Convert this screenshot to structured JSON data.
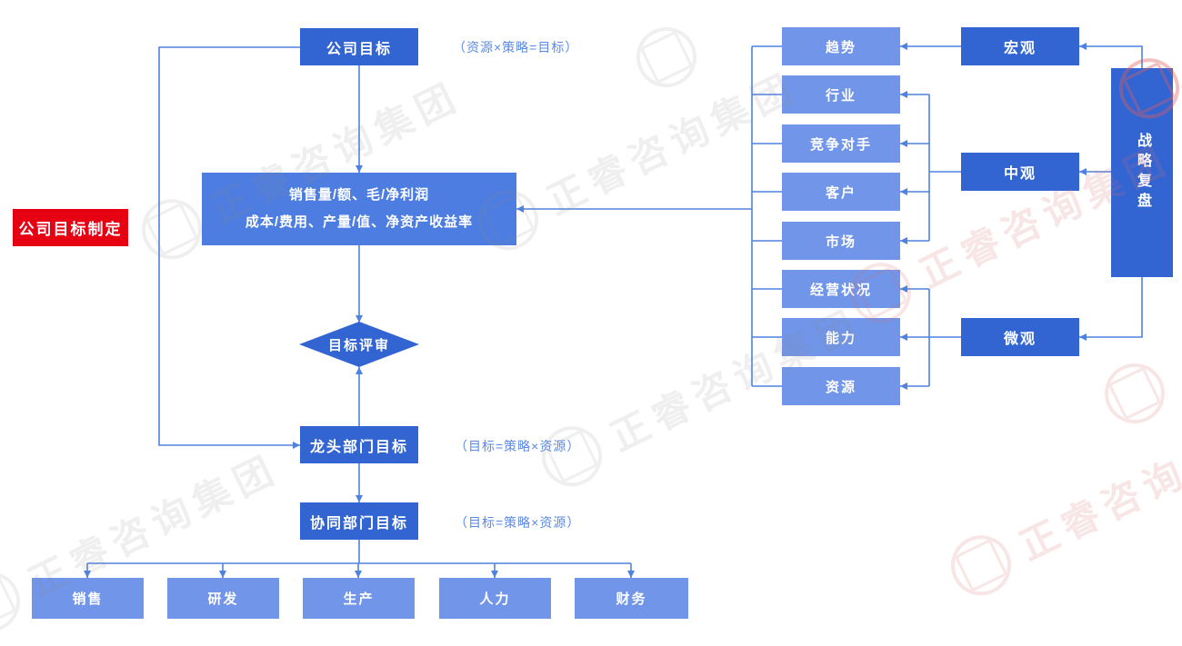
{
  "flow": {
    "label": "公司目标制定",
    "company_goal": "公司目标",
    "company_goal_note": "（资源×策略=目标）",
    "metrics": {
      "line1": "销售量/额、毛/净利润",
      "line2": "成本/费用、产量/值、净资产收益率"
    },
    "review": "目标评审",
    "lead_dept": "龙头部门目标",
    "lead_dept_note": "（目标=策略×资源）",
    "co_dept": "协同部门目标",
    "co_dept_note": "（目标=策略×资源）",
    "departments": [
      "销售",
      "研发",
      "生产",
      "人力",
      "财务"
    ]
  },
  "analysis": {
    "factors": [
      "趋势",
      "行业",
      "竞争对手",
      "客户",
      "市场",
      "经营状况",
      "能力",
      "资源"
    ],
    "levels": [
      "宏观",
      "中观",
      "微观"
    ],
    "strategy_review": "战略复盘"
  },
  "watermark": {
    "text": "正睿咨询集团"
  },
  "colors": {
    "primary_blue": "#3365d2",
    "mid_blue": "#4d7de0",
    "light_blue": "#7195e8",
    "accent_red": "#e60012",
    "line_blue": "#4f81e0",
    "note_blue": "#5b8ae6"
  }
}
